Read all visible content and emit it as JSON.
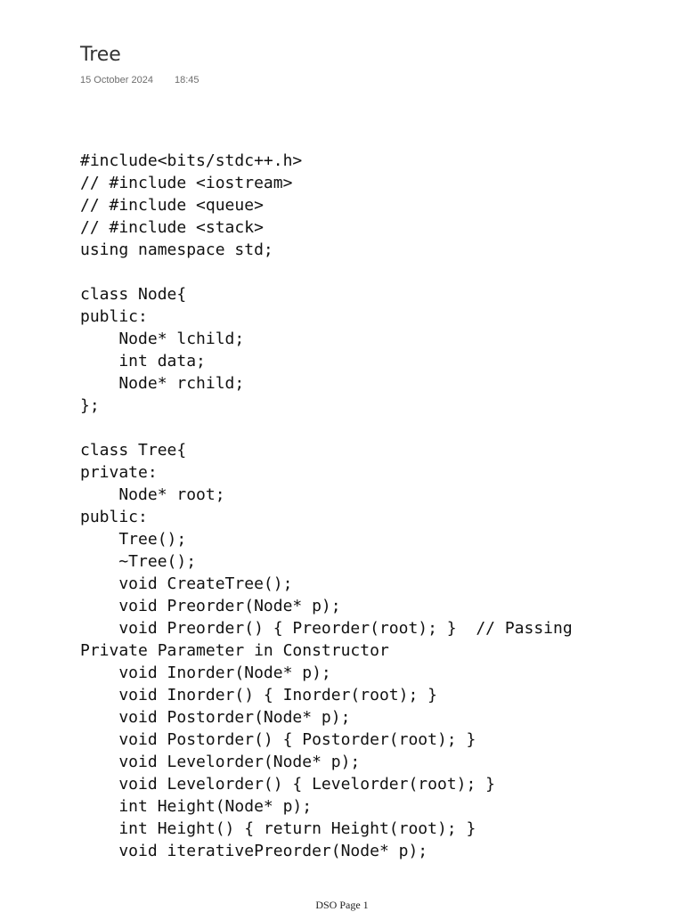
{
  "page": {
    "title": "Tree",
    "date": "15 October 2024",
    "time": "18:45",
    "footer": "DSO Page 1"
  },
  "code": {
    "lines": [
      "#include<bits/stdc++.h>",
      "// #include <iostream>",
      "// #include <queue>",
      "// #include <stack>",
      "using namespace std;",
      "",
      "class Node{",
      "public:",
      "    Node* lchild;",
      "    int data;",
      "    Node* rchild;",
      "};",
      "",
      "class Tree{",
      "private:",
      "    Node* root;",
      "public:",
      "    Tree();",
      "    ~Tree();",
      "    void CreateTree();",
      "    void Preorder(Node* p);",
      "    void Preorder() { Preorder(root); }  // Passing",
      "Private Parameter in Constructor",
      "    void Inorder(Node* p);",
      "    void Inorder() { Inorder(root); }",
      "    void Postorder(Node* p);",
      "    void Postorder() { Postorder(root); }",
      "    void Levelorder(Node* p);",
      "    void Levelorder() { Levelorder(root); }",
      "    int Height(Node* p);",
      "    int Height() { return Height(root); }",
      "    void iterativePreorder(Node* p);"
    ]
  }
}
